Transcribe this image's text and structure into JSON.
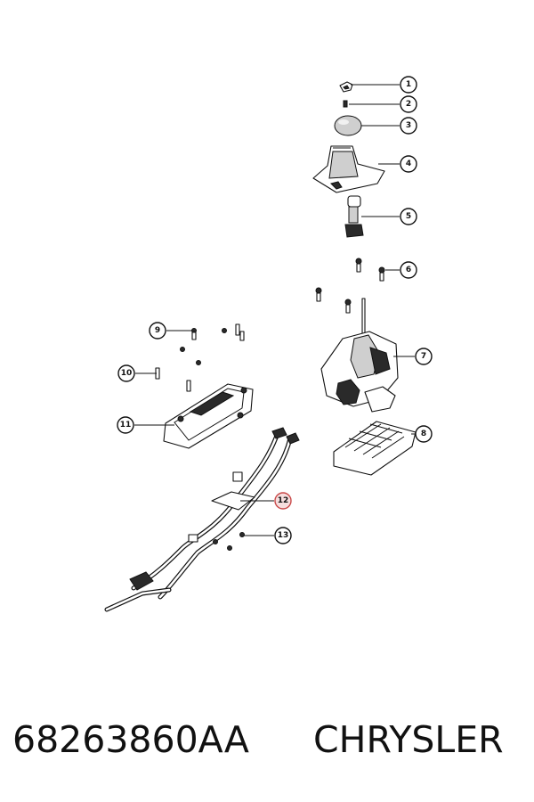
{
  "footer": {
    "part_number": "68263860AA",
    "brand": "CHRYSLER"
  },
  "callouts": [
    "1",
    "2",
    "3",
    "4",
    "5",
    "6",
    "7",
    "8",
    "9",
    "10",
    "11",
    "12",
    "13"
  ],
  "highlighted_callout": "12",
  "colors": {
    "line": "#111111",
    "highlight_fill": "#f6dede",
    "highlight_stroke": "#c94a4a"
  }
}
